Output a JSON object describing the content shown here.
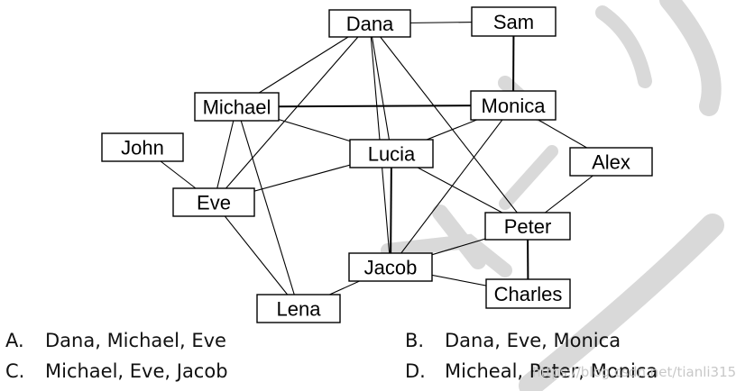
{
  "graph": {
    "nodes": [
      {
        "id": "dana",
        "label": "Dana"
      },
      {
        "id": "sam",
        "label": "Sam"
      },
      {
        "id": "michael",
        "label": "Michael"
      },
      {
        "id": "monica",
        "label": "Monica"
      },
      {
        "id": "john",
        "label": "John"
      },
      {
        "id": "lucia",
        "label": "Lucia"
      },
      {
        "id": "alex",
        "label": "Alex"
      },
      {
        "id": "eve",
        "label": "Eve"
      },
      {
        "id": "peter",
        "label": "Peter"
      },
      {
        "id": "jacob",
        "label": "Jacob"
      },
      {
        "id": "charles",
        "label": "Charles"
      },
      {
        "id": "lena",
        "label": "Lena"
      }
    ],
    "edges": [
      [
        "dana",
        "sam"
      ],
      [
        "sam",
        "monica"
      ],
      [
        "dana",
        "michael"
      ],
      [
        "dana",
        "eve"
      ],
      [
        "dana",
        "lucia"
      ],
      [
        "dana",
        "peter"
      ],
      [
        "dana",
        "jacob"
      ],
      [
        "michael",
        "monica"
      ],
      [
        "michael",
        "lucia"
      ],
      [
        "michael",
        "eve"
      ],
      [
        "michael",
        "lena"
      ],
      [
        "monica",
        "lucia"
      ],
      [
        "monica",
        "alex"
      ],
      [
        "monica",
        "jacob"
      ],
      [
        "john",
        "eve"
      ],
      [
        "eve",
        "lucia"
      ],
      [
        "eve",
        "lena"
      ],
      [
        "lucia",
        "jacob"
      ],
      [
        "lucia",
        "peter"
      ],
      [
        "alex",
        "peter"
      ],
      [
        "peter",
        "jacob"
      ],
      [
        "peter",
        "charles"
      ],
      [
        "jacob",
        "charles"
      ],
      [
        "jacob",
        "lena"
      ]
    ]
  },
  "options": [
    {
      "letter": "A.",
      "text": "Dana, Michael, Eve"
    },
    {
      "letter": "B.",
      "text": "Dana, Eve, Monica"
    },
    {
      "letter": "C.",
      "text": "Michael, Eve, Jacob"
    },
    {
      "letter": "D.",
      "text": "Micheal, Peter, Monica"
    }
  ],
  "watermark": {
    "text": "https://blog.csdn.net/tianli315"
  }
}
